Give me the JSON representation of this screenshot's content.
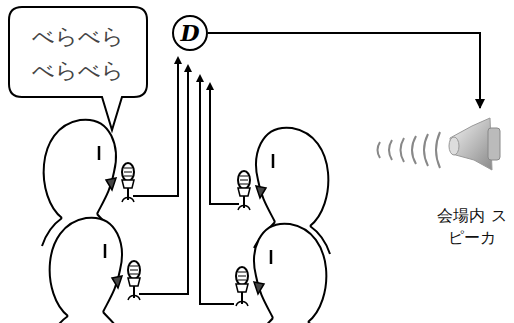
{
  "diagram": {
    "nodes": [
      {
        "text": [
          "べらべら べらべら"
        ]
      },
      {
        "text": [
          "D"
        ]
      },
      {
        "text": [
          "会場内 スピーカ"
        ]
      }
    ],
    "edges": [
      {
        "from": 1,
        "to": 2,
        "arrow": "to"
      }
    ]
  }
}
